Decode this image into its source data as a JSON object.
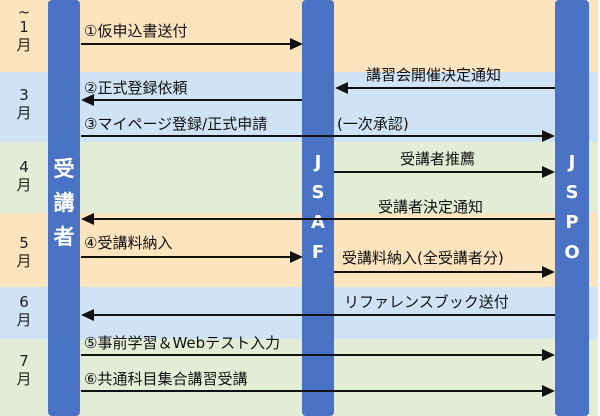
{
  "colors": {
    "peach": "#fce4bf",
    "blue": "#cfe3f4",
    "green": "#e3ecd6",
    "pillar": "#4a73c6"
  },
  "months": [
    {
      "text": "~1月",
      "chars": [
        "~",
        "1",
        "月"
      ]
    },
    {
      "text": "3月",
      "chars": [
        "3",
        "月"
      ]
    },
    {
      "text": "4月",
      "chars": [
        "4",
        "月"
      ]
    },
    {
      "text": "5月",
      "chars": [
        "5",
        "月"
      ]
    },
    {
      "text": "6月",
      "chars": [
        "6",
        "月"
      ]
    },
    {
      "text": "7月",
      "chars": [
        "7",
        "月"
      ]
    }
  ],
  "columns": {
    "left": {
      "chars": [
        "受",
        "講",
        "者"
      ]
    },
    "mid": {
      "chars": [
        "J",
        "S",
        "A",
        "F"
      ]
    },
    "right": {
      "chars": [
        "J",
        "S",
        "P",
        "O"
      ]
    }
  },
  "steps": {
    "s1": "①仮申込書送付",
    "s2": "②正式登録依頼",
    "s3": "③マイページ登録/正式申請",
    "s3b": "(一次承認)",
    "s4": "④受講料納入",
    "s5": "⑤事前学習＆Webテスト入力",
    "s6": "⑥共通科目集合講習受講",
    "n1": "講習会開催決定通知",
    "n2": "受講者推薦",
    "n3": "受講者決定通知",
    "n4": "受講料納入(全受講者分)",
    "n5": "リファレンスブック送付"
  }
}
